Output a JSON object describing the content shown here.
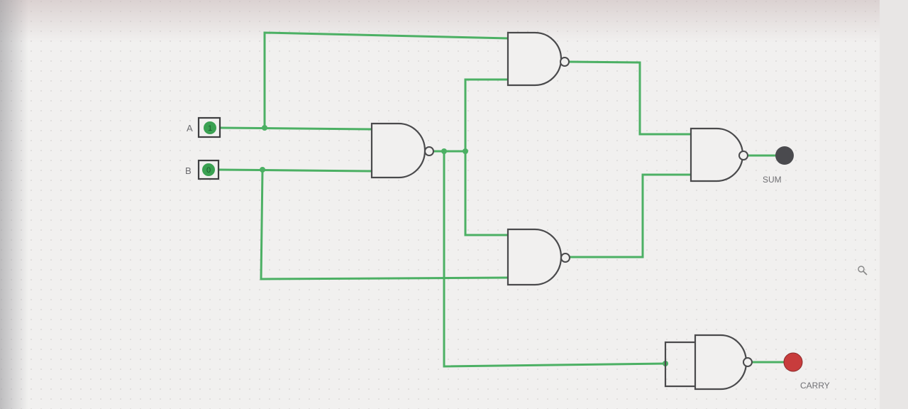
{
  "circuit": {
    "inputs": [
      {
        "label": "A",
        "value": "1"
      },
      {
        "label": "B",
        "value": "0"
      }
    ],
    "outputs": [
      {
        "label": "SUM",
        "state": "low",
        "color": "#4a4a4e"
      },
      {
        "label": "CARRY",
        "state": "high",
        "color": "#c83c3c"
      }
    ],
    "gates": [
      {
        "type": "NAND",
        "role": "input-nand"
      },
      {
        "type": "NAND",
        "role": "upper-nand"
      },
      {
        "type": "NAND",
        "role": "lower-nand"
      },
      {
        "type": "NAND",
        "role": "sum-nand"
      },
      {
        "type": "NAND",
        "role": "carry-nand"
      }
    ],
    "wire_color": "#4cb064"
  },
  "theme": {
    "canvas_bg": "#f1f0ef",
    "grid_dot": "#d6d3d2"
  },
  "icons": {
    "zoom": "magnifier-icon"
  }
}
